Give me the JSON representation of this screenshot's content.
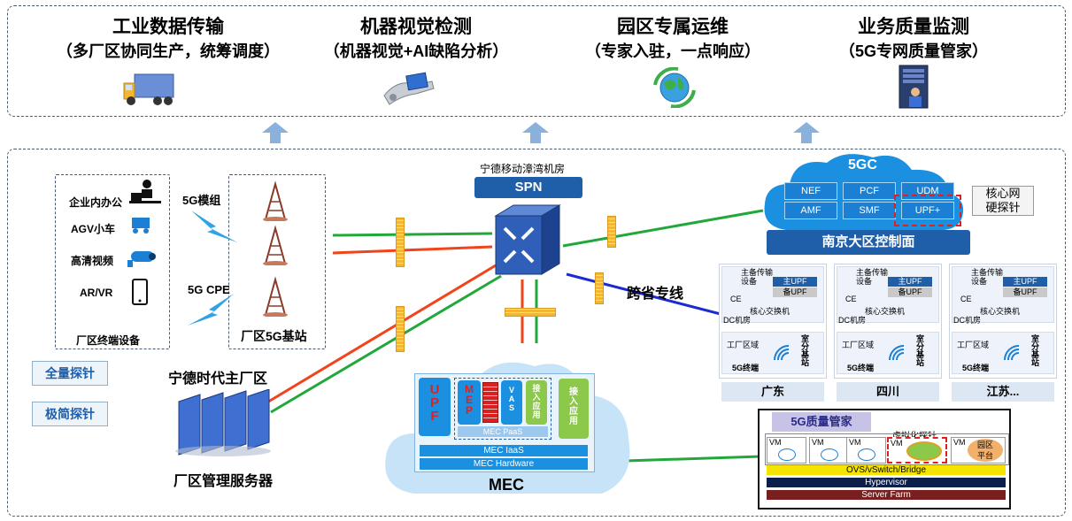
{
  "services": [
    {
      "title": "工业数据传输",
      "subtitle": "（多厂区协同生产，统筹调度）",
      "icon": "truck-icon"
    },
    {
      "title": "机器视觉检测",
      "subtitle": "（机器视觉+AI缺陷分析）",
      "icon": "robot-hand-icon"
    },
    {
      "title": "园区专属运维",
      "subtitle": "（专家入驻，一点响应）",
      "icon": "globe-recycle-icon"
    },
    {
      "title": "业务质量监测",
      "subtitle": "（5G专网质量管家）",
      "icon": "server-operator-icon"
    }
  ],
  "terminals": {
    "items": [
      "企业内办公",
      "AGV小车",
      "高清视频",
      "AR/VR"
    ],
    "caption": "厂区终端设备"
  },
  "links": {
    "module": "5G模组",
    "cpe": "5G CPE"
  },
  "base_station": {
    "caption": "厂区5G基站"
  },
  "probes": {
    "full": "全量探针",
    "simple": "极简探针"
  },
  "factory": {
    "name": "宁德时代主厂区",
    "server": "厂区管理服务器"
  },
  "spn": {
    "site": "宁德移动漳湾机房",
    "label": "SPN"
  },
  "cross_province": "跨省专线",
  "core": {
    "cloud": "5GC",
    "nfs": [
      "NEF",
      "PCF",
      "UDM",
      "AMF",
      "SMF",
      "UPF+"
    ],
    "probe": "核心网\n硬探针",
    "control": "南京大区控制面"
  },
  "region_labels": {
    "backup_transport": "主备传输\n设备",
    "main_upf": "主UPF",
    "backup_upf": "备UPF",
    "ce": "CE",
    "core_switch": "核心交换机",
    "dc_room": "DC机房",
    "factory_area": "工厂区域",
    "indoor_bs": "室\n分\n基\n站",
    "terminal": "5G终端"
  },
  "regions": [
    "广东",
    "四川",
    "江苏..."
  ],
  "mec": {
    "upf": "U\nP\nF",
    "mep": "M\nE\nP",
    "vas": "V\nA\nS",
    "app1": "接\n入\n应\n用",
    "app2": "接\n入\n应\n用",
    "paas": "MEC PaaS",
    "iaas": "MEC IaaS",
    "hardware": "MEC Hardware",
    "label": "MEC"
  },
  "quality": {
    "title": "5G质量管家",
    "virtual_probe": "虚拟化探针",
    "vm": "VM",
    "park_platform": "园区\n平台",
    "ovs": "OVS/vSwitch/Bridge",
    "hypervisor": "Hypervisor",
    "server_farm": "Server Farm"
  },
  "colors": {
    "brand_blue": "#1f5ea8",
    "green_link": "#22a83a",
    "red_link": "#f2431b",
    "blue_link": "#1b2bcf",
    "cloud": "#1b8fe0"
  }
}
